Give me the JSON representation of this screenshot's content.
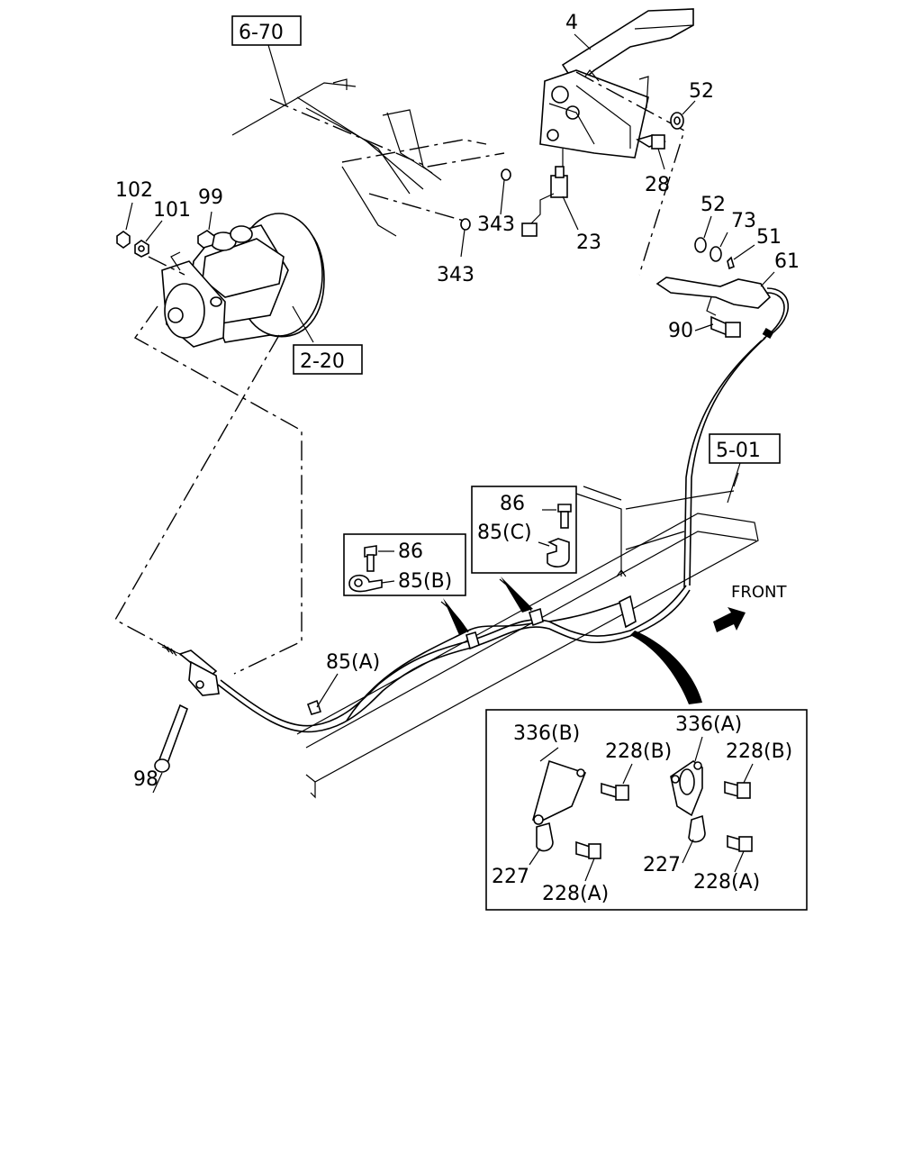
{
  "refs": {
    "r670": "6-70",
    "r220": "2-20",
    "r501": "5-01"
  },
  "labels": {
    "p4": "4",
    "p52a": "52",
    "p28": "28",
    "p23": "23",
    "p343a": "343",
    "p343b": "343",
    "p52b": "52",
    "p73": "73",
    "p51": "51",
    "p61": "61",
    "p90": "90",
    "p102": "102",
    "p101": "101",
    "p99": "99",
    "p98": "98",
    "p86a": "86",
    "p85b": "85(B)",
    "p86b": "86",
    "p85c": "85(C)",
    "p85a": "85(A)",
    "front": "FRONT",
    "p336b": "336(B)",
    "p228b1": "228(B)",
    "p336a": "336(A)",
    "p228b2": "228(B)",
    "p227a": "227",
    "p228a1": "228(A)",
    "p227b": "227",
    "p228a2": "228(A)"
  },
  "icons": {
    "front_arrow": "front-direction-arrow-icon"
  }
}
